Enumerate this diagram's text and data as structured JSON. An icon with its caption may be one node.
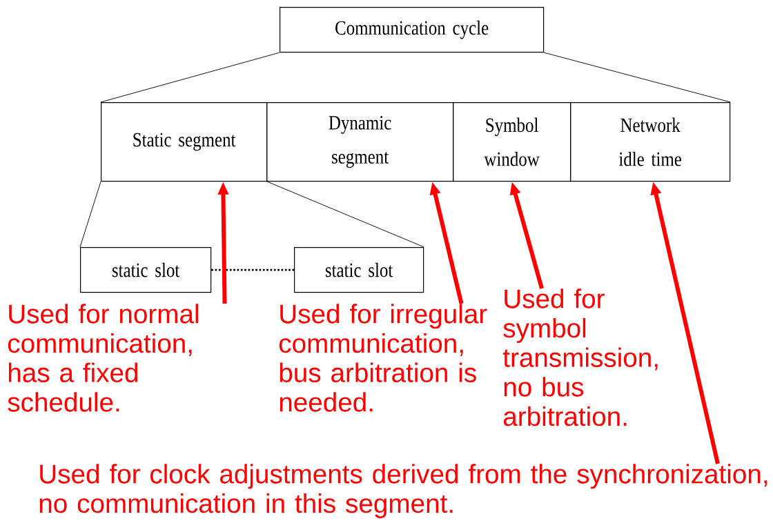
{
  "diagram": {
    "nodes": [
      {
        "text": [
          "Communication cycle"
        ]
      },
      {
        "text": [
          "Static segment"
        ]
      },
      {
        "text": [
          "Dynamic segment"
        ]
      },
      {
        "text": [
          "Symbol window"
        ]
      },
      {
        "text": [
          "Network idle time"
        ]
      },
      {
        "text": [
          "static slot"
        ]
      },
      {
        "text": [
          "static slot"
        ]
      },
      {
        "text": [
          "Used for normal communication, has a fixed schedule."
        ]
      },
      {
        "text": [
          "Used for irregular communication, bus arbitration is needed."
        ]
      },
      {
        "text": [
          "Used for symbol transmission, no bus arbitration."
        ]
      },
      {
        "text": [
          "Used for clock adjustments derived from the synchronization, no communication in this segment."
        ]
      }
    ],
    "edges": [
      {
        "from": 0,
        "to": 1,
        "arrow": "none"
      },
      {
        "from": 0,
        "to": 4,
        "arrow": "none"
      },
      {
        "from": 1,
        "to": 5,
        "arrow": "none"
      },
      {
        "from": 1,
        "to": 6,
        "arrow": "none"
      },
      {
        "from": 5,
        "to": 6,
        "arrow": "none",
        "style": "dashed"
      },
      {
        "from": 7,
        "to": 1,
        "arrow": "to",
        "style": "thick",
        "color": "#ff0000"
      },
      {
        "from": 8,
        "to": 2,
        "arrow": "to",
        "style": "thick",
        "color": "#ff0000"
      },
      {
        "from": 9,
        "to": 3,
        "arrow": "to",
        "style": "thick",
        "color": "#ff0000"
      },
      {
        "from": 10,
        "to": 4,
        "arrow": "to",
        "style": "thick",
        "color": "#ff0000"
      }
    ]
  }
}
